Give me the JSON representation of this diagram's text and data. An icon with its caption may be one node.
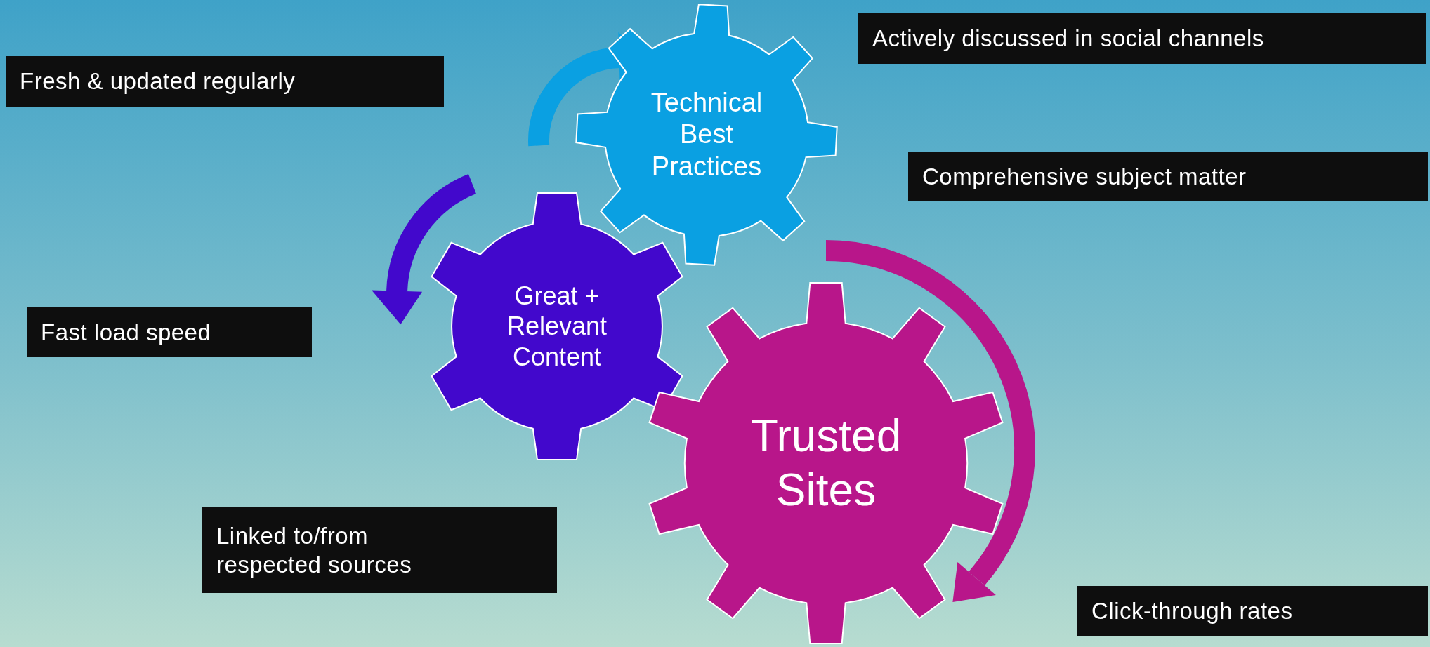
{
  "diagram": {
    "nodes": [
      {
        "text": [
          "Fresh & updated regularly"
        ]
      },
      {
        "text": [
          "Technical Best Practices"
        ]
      },
      {
        "text": [
          "Actively discussed in social channels"
        ]
      },
      {
        "text": [
          "Comprehensive subject matter"
        ]
      },
      {
        "text": [
          "Great + Relevant Content"
        ]
      },
      {
        "text": [
          "Fast load speed"
        ]
      },
      {
        "text": [
          "Trusted Sites"
        ]
      },
      {
        "text": [
          "Linked to/from respected sources"
        ]
      },
      {
        "text": [
          "Click-through rates"
        ]
      }
    ]
  }
}
